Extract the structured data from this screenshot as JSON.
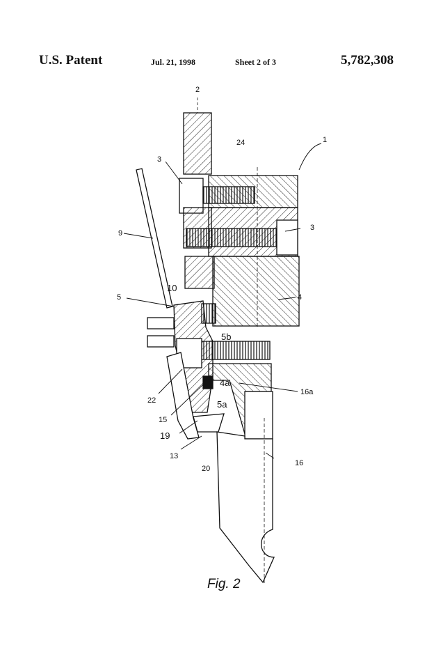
{
  "header": {
    "left": "U.S. Patent",
    "date": "Jul. 21, 1998",
    "sheet": "Sheet 2 of 3",
    "patent_number": "5,782,308"
  },
  "figure": {
    "caption": "Fig. 2",
    "labels": {
      "l2": "2",
      "l24": "24",
      "l1": "1",
      "l3a": "3",
      "l3b": "3",
      "l9": "9",
      "l10": "10",
      "l4": "4",
      "l5": "5",
      "l5b": "5b",
      "l22": "22",
      "l4a": "4a",
      "l16a": "16a",
      "l15": "15",
      "l5a": "5a",
      "l19": "19",
      "l13": "13",
      "l20": "20",
      "l16": "16"
    }
  }
}
